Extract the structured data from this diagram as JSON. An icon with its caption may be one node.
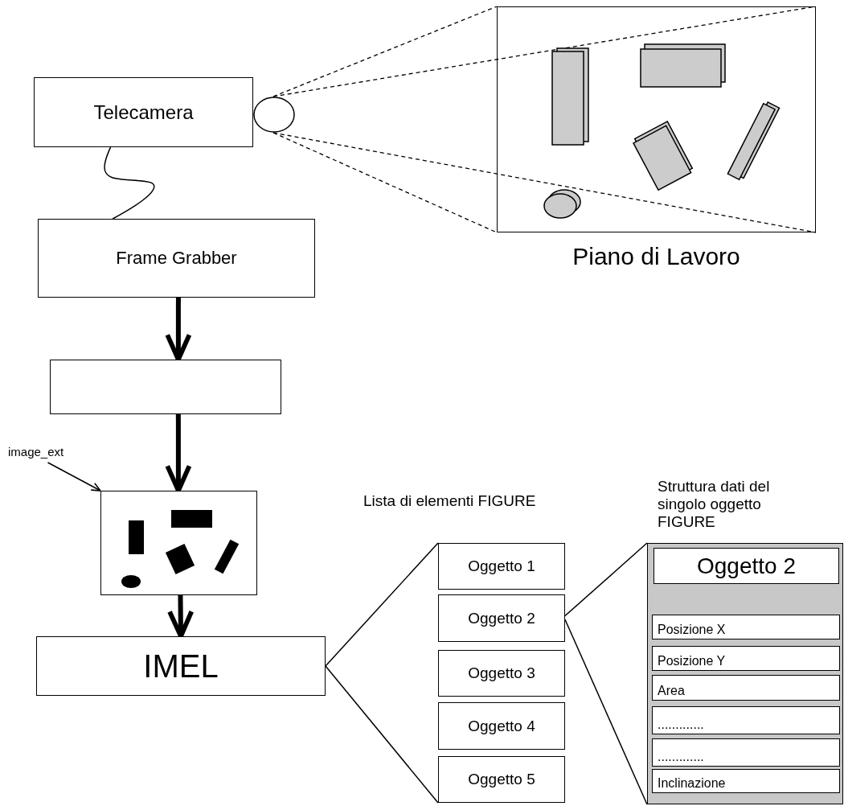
{
  "diagram": {
    "nodes": [
      {
        "text": [
          "Telecamera"
        ]
      },
      {
        "text": [],
        "shape": "circle"
      },
      {
        "text": [
          "Piano di Lavoro"
        ]
      },
      {
        "text": [
          "Frame Grabber"
        ]
      },
      {
        "text": [],
        "shape": "box"
      },
      {
        "text": [
          "image_ext"
        ]
      },
      {
        "text": [],
        "shape": "picture"
      },
      {
        "text": [
          "IMEL"
        ]
      },
      {
        "text": [
          "Oggetto 1"
        ]
      },
      {
        "text": [
          "Oggetto 2"
        ]
      },
      {
        "text": [
          "Oggetto 3"
        ]
      },
      {
        "text": [
          "Oggetto 4"
        ]
      },
      {
        "text": [
          "Oggetto 5"
        ]
      },
      {
        "text": [
          "Struttura dati del singolo oggetto FIGURE"
        ]
      },
      {
        "text": [
          "Oggetto 2"
        ],
        "in": 13
      },
      {
        "text": [
          "Posizione X"
        ],
        "in": 13
      },
      {
        "text": [
          "Posizione Y"
        ],
        "in": 13
      },
      {
        "text": [
          "Area"
        ],
        "in": 13
      },
      {
        "text": [
          "............."
        ],
        "in": 13
      },
      {
        "text": [
          "............."
        ],
        "in": 13
      },
      {
        "text": [
          "Inclinazione"
        ],
        "in": 13
      }
    ],
    "edges": [
      {
        "from": 0,
        "to": 3,
        "arrow": "none"
      },
      {
        "from": 1,
        "to": 2,
        "arrow": "none",
        "style": "dashed"
      },
      {
        "from": 1,
        "to": 2,
        "arrow": "none",
        "style": "dashed"
      },
      {
        "from": 1,
        "to": 2,
        "arrow": "none",
        "style": "dashed"
      },
      {
        "from": 1,
        "to": 2,
        "arrow": "none",
        "style": "dashed"
      },
      {
        "from": 3,
        "to": 4,
        "arrow": "to",
        "style": "thick"
      },
      {
        "from": 4,
        "to": 6,
        "arrow": "to",
        "style": "thick"
      },
      {
        "from": 6,
        "to": 7,
        "arrow": "to",
        "style": "thick"
      },
      {
        "from": 5,
        "to": 6,
        "arrow": "to"
      },
      {
        "from": 7,
        "to": 8,
        "arrow": "none"
      },
      {
        "from": 7,
        "to": 12,
        "arrow": "none"
      },
      {
        "from": 9,
        "to": 13,
        "arrow": "none"
      },
      {
        "from": 9,
        "to": 13,
        "arrow": "none"
      }
    ],
    "labels": [
      "Lista di elementi FIGURE"
    ]
  }
}
